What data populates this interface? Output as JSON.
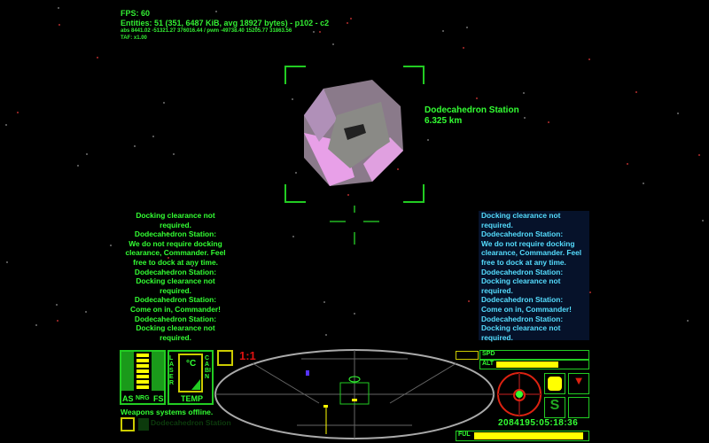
{
  "debug": {
    "fps": "FPS:  60",
    "entities": "Entities:  51 (351, 6487 KiB, avg 18927 bytes) - p102 - c2",
    "coords": "abs 8441.02 -51321.27 376016.44 / pwm -49738.40 15205.77 31863.56",
    "taf": "TAF: x1.00"
  },
  "target": {
    "name": "Dodecahedron Station",
    "distance": "6.325 km"
  },
  "comms_left": [
    "Docking clearance not",
    "required.",
    "Dodecahedron Station:",
    "We do not require docking",
    "clearance, Commander. Feel",
    "free to dock at any time.",
    "Dodecahedron Station:",
    "Docking clearance not",
    "required.",
    "Dodecahedron Station:",
    "Come on in, Commander!",
    "Dodecahedron Station:",
    "Docking clearance not",
    "required."
  ],
  "comms_right": [
    "Docking clearance not",
    "required.",
    "Dodecahedron Station:",
    "We do not require docking",
    "clearance, Commander. Feel",
    "free to dock at any time.",
    "Dodecahedron Station:",
    "Docking clearance not",
    "required.",
    "Dodecahedron Station:",
    " Come on in, Commander!",
    "Dodecahedron Station:",
    "Docking clearance not",
    "required."
  ],
  "hud": {
    "as": "AS",
    "nrg": "NRG",
    "fs": "FS",
    "laser": "LASER",
    "cabin": "CABIN",
    "celsius": "°C",
    "temp": "TEMP",
    "energy_banks_filled": 7,
    "cabin_temp_level": 0.3,
    "time_accel": "1:1",
    "status": "Weapons systems offline.",
    "target_slot": "Dodecahedron Station",
    "spd": "SPD",
    "alt": "ALT",
    "speed_level": 0,
    "alt_level": 0.7,
    "clock": "2084195:05:18:36",
    "ful": "FUL",
    "fuel_level": 0.97
  },
  "colors": {
    "hud_green": "#33ff33",
    "hud_yellow": "#ffff00",
    "red": "#dd2211",
    "comms_cyan": "#55ddff"
  }
}
